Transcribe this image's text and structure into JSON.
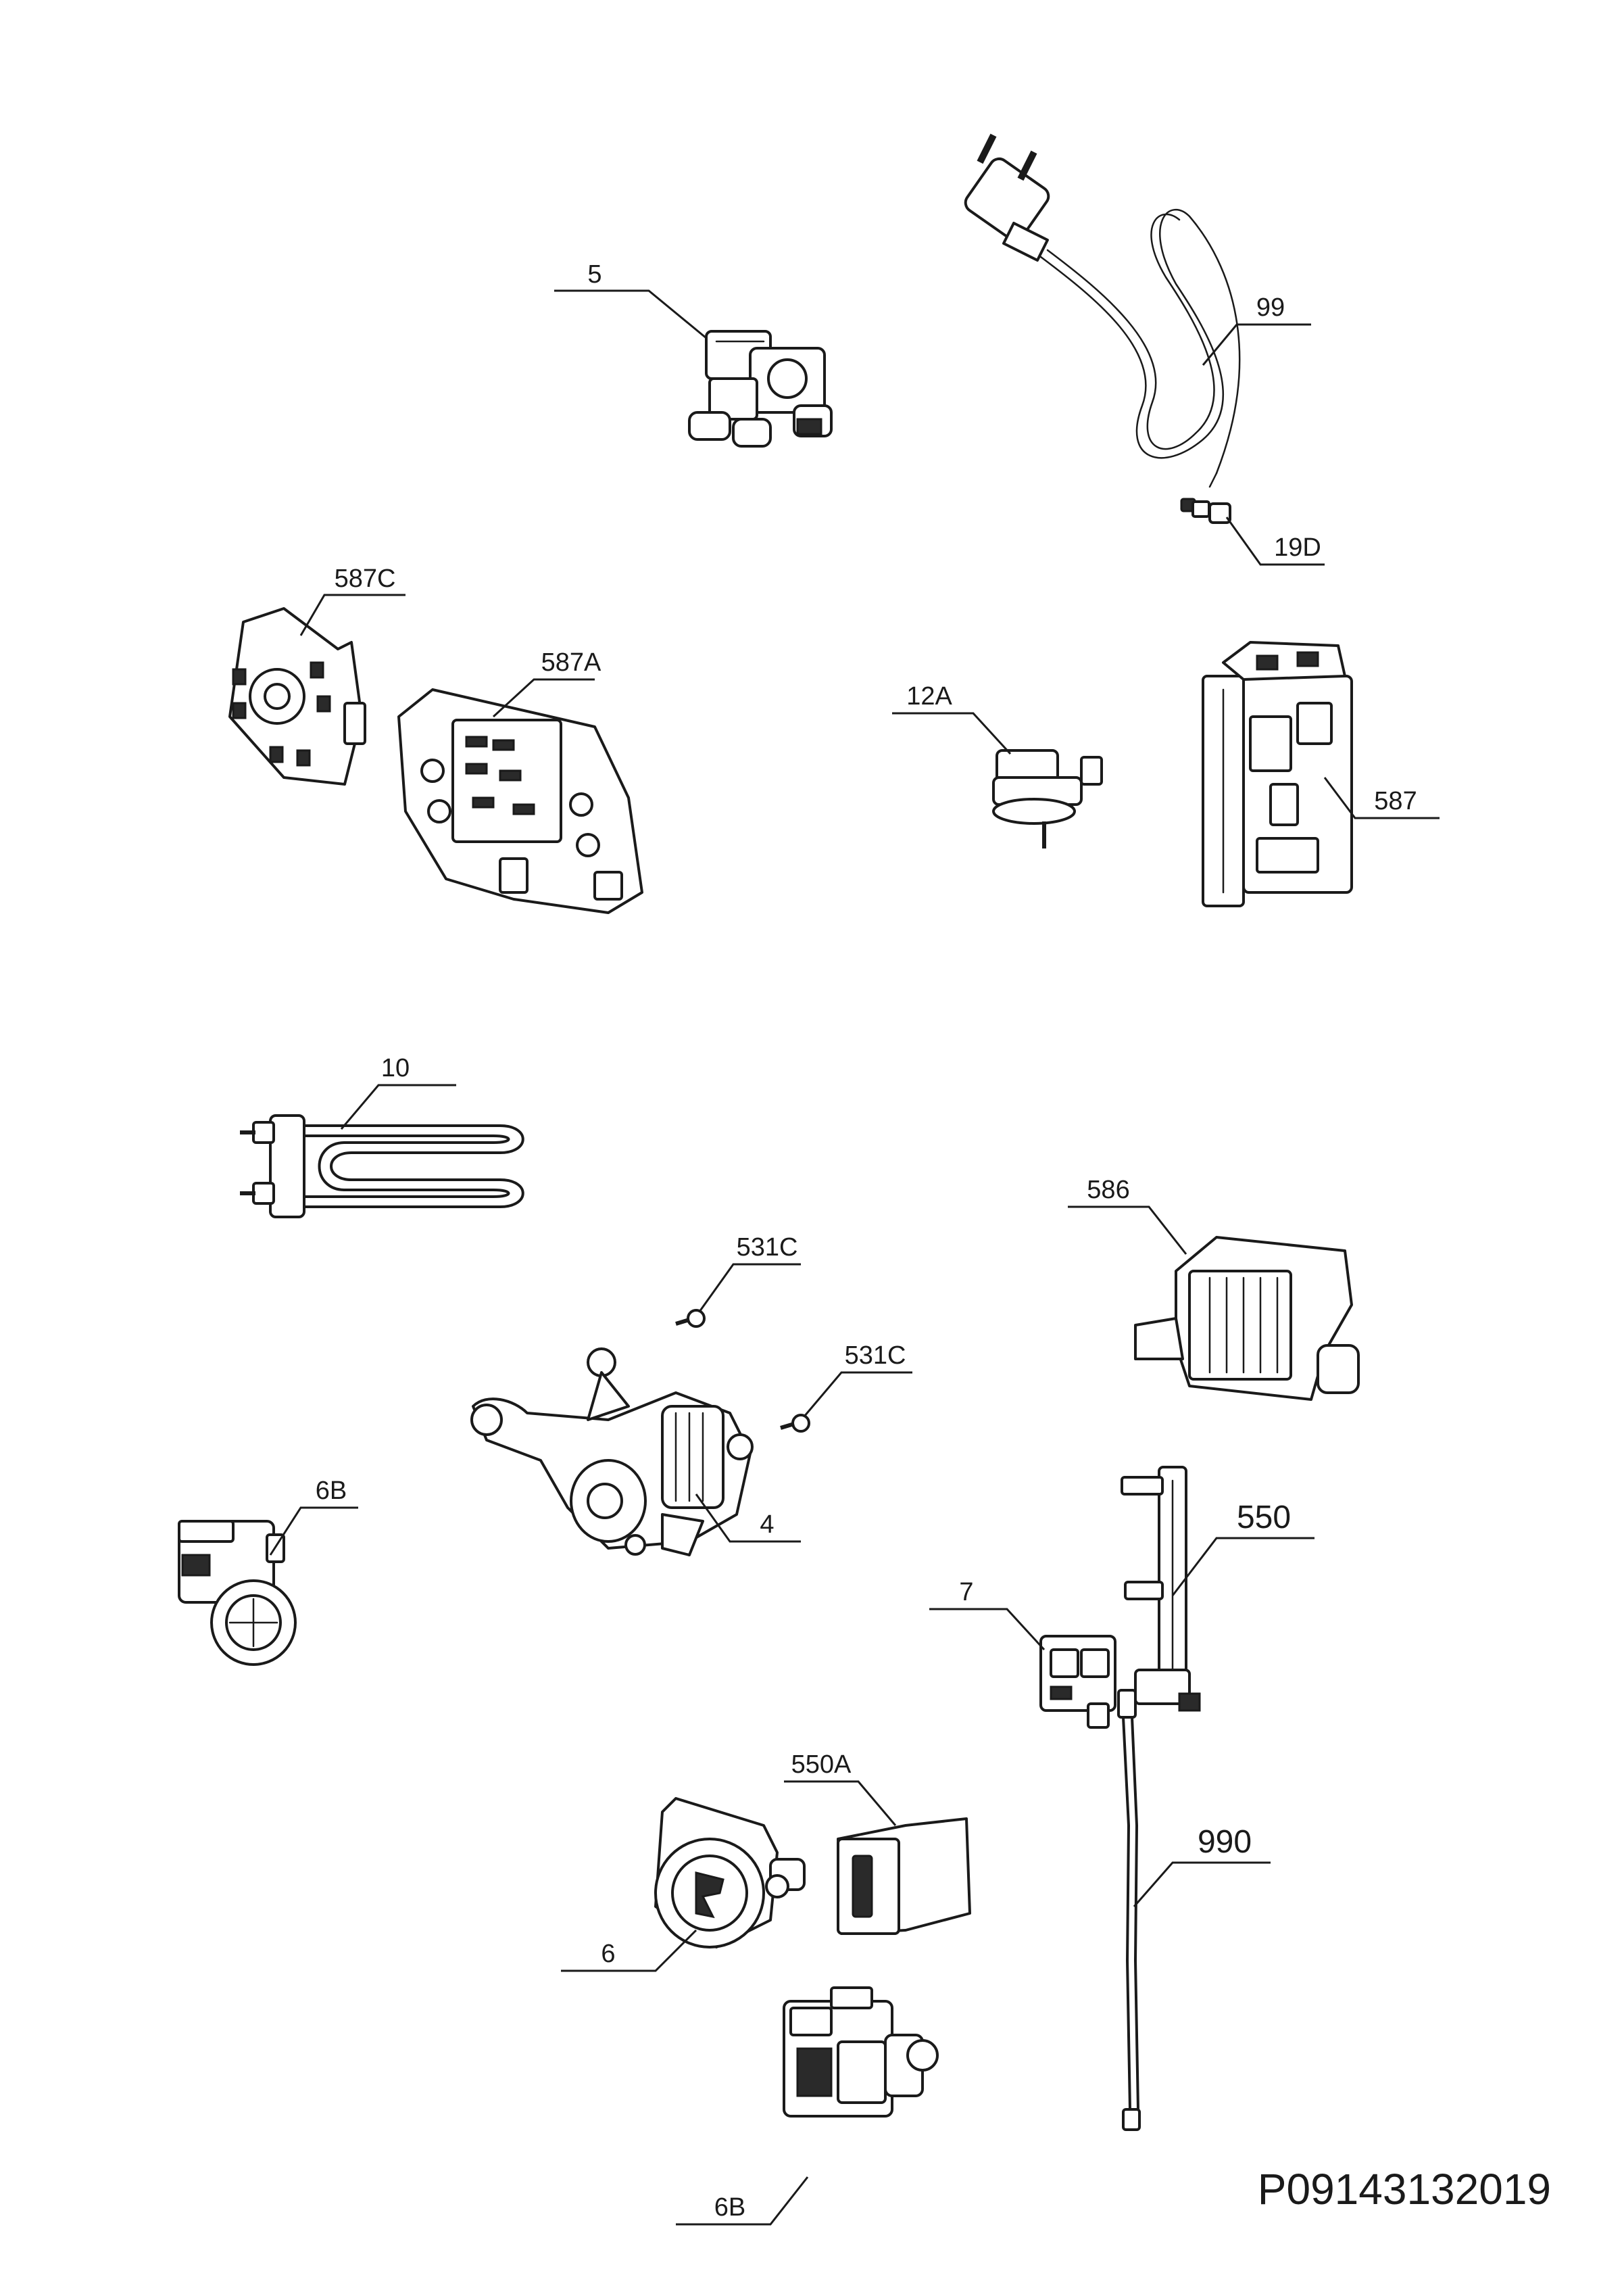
{
  "diagram_code": "P09143132019",
  "callouts": {
    "c5": "5",
    "c99": "99",
    "c19D": "19D",
    "c587C": "587C",
    "c587A": "587A",
    "c12A": "12A",
    "c587": "587",
    "c10": "10",
    "c586": "586",
    "c531C_a": "531C",
    "c531C_b": "531C",
    "c6B_a": "6B",
    "c4": "4",
    "c550": "550",
    "c7": "7",
    "c550A": "550A",
    "c990": "990",
    "c6": "6",
    "c6B_b": "6B"
  }
}
